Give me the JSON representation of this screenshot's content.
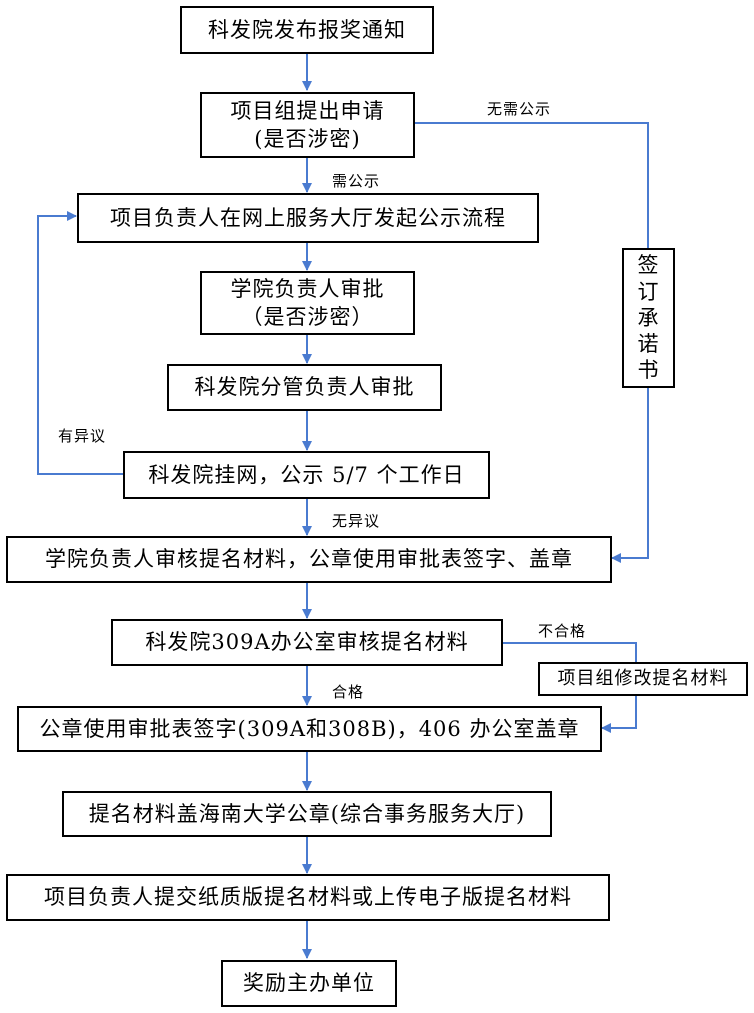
{
  "steps": {
    "s1": "科发院发布报奖通知",
    "s2_line1": "项目组提出申请",
    "s2_line2": "(是否涉密)",
    "s3": "项目负责人在网上服务大厅发起公示流程",
    "s4_line1": "学院负责人审批",
    "s4_line2": "（是否涉密）",
    "s5": "科发院分管负责人审批",
    "s6": "科发院挂网，公示 5/7 个工作日",
    "s7": "学院负责人审核提名材料，公章使用审批表签字、盖章",
    "s8": "科发院309A办公室审核提名材料",
    "s9": "公章使用审批表签字(309A和308B)，406 办公室盖章",
    "s10": "提名材料盖海南大学公章(综合事务服务大厅)",
    "s11": "项目负责人提交纸质版提名材料或上传电子版提名材料",
    "s12": "奖励主办单位"
  },
  "side": {
    "commitment": [
      "签",
      "订",
      "承",
      "诺",
      "书"
    ],
    "revise": "项目组修改提名材料"
  },
  "labels": {
    "no_public": "无需公示",
    "need_public": "需公示",
    "objection": "有异议",
    "no_objection": "无异议",
    "unqualified": "不合格",
    "qualified": "合格"
  },
  "colors": {
    "arrow": "#4a7bd0",
    "box_border": "#000000"
  }
}
